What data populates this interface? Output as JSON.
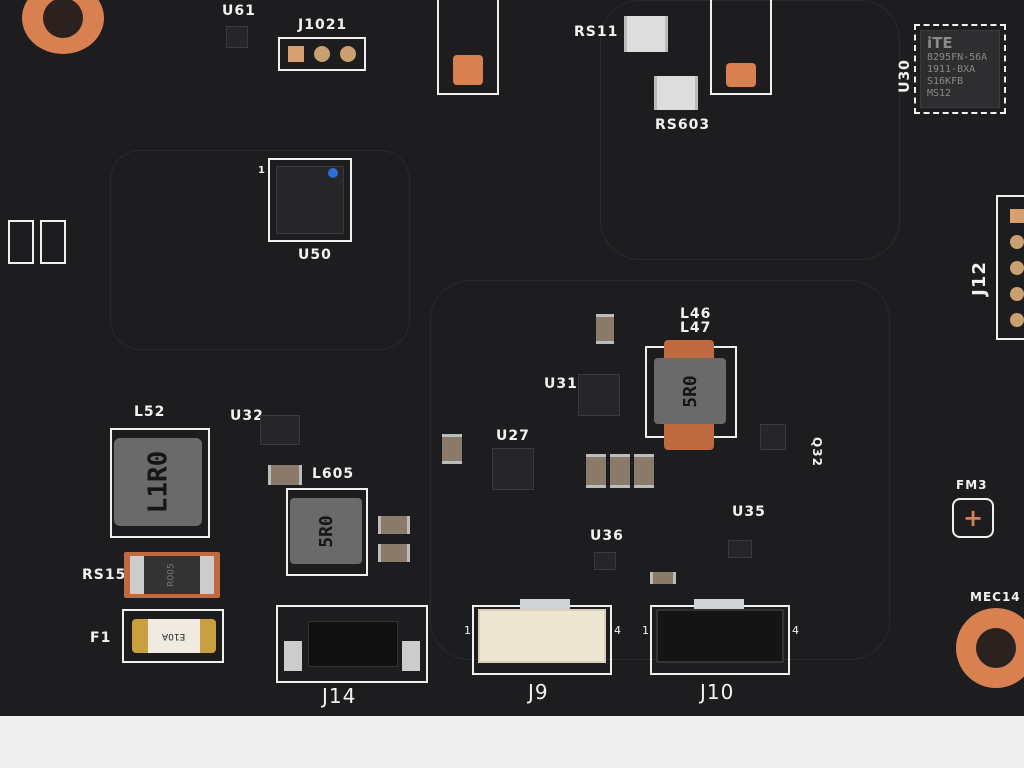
{
  "board": {
    "refdes": {
      "u61": "U61",
      "j1021": "J1021",
      "rs11": "RS11",
      "rs603": "RS603",
      "u30": "U30",
      "u50": "U50",
      "j12": "J12",
      "l52": "L52",
      "u32": "U32",
      "l605": "L605",
      "rs15": "RS15",
      "f1": "F1",
      "j14": "J14",
      "j9": "J9",
      "j10": "J10",
      "u27": "U27",
      "u31": "U31",
      "l46": "L46",
      "l47": "L47",
      "q32": "Q32",
      "u36": "U36",
      "u35": "U35",
      "fm3": "FM3",
      "mec14": "MEC14"
    },
    "markings": {
      "ite_logo": "iTE",
      "ite_line1": "8295FN-56A",
      "ite_line2": "1911-BXA",
      "ite_line3": "S16KFB",
      "ite_line4": "MS12",
      "l52_value": "L1R0",
      "l605_value": "5R0",
      "l47_value": "5R0",
      "rs15_value": "R005",
      "f1_value": "E10A",
      "u50_pin1": "1",
      "pin_1": "1",
      "pin_4": "4"
    }
  }
}
